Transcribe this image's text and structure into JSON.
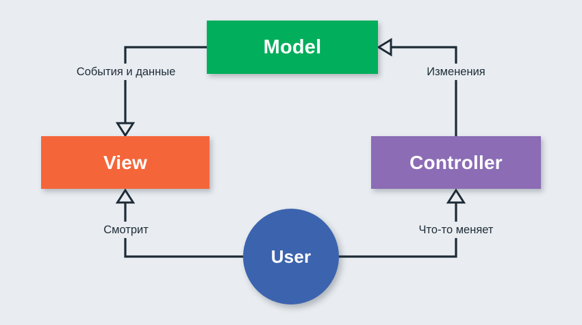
{
  "diagram": {
    "title": "MVC pattern diagram",
    "background_color": "#e9edf1",
    "line_color": "#1d2b36",
    "nodes": [
      {
        "id": "model",
        "label": "Model",
        "shape": "rectangle",
        "color": "#00ae5b",
        "text_color": "#ffffff"
      },
      {
        "id": "view",
        "label": "View",
        "shape": "rectangle",
        "color": "#f4663a",
        "text_color": "#ffffff"
      },
      {
        "id": "controller",
        "label": "Controller",
        "shape": "rectangle",
        "color": "#8b6cb5",
        "text_color": "#ffffff"
      },
      {
        "id": "user",
        "label": "User",
        "shape": "circle",
        "color": "#3c63ae",
        "text_color": "#ffffff"
      }
    ],
    "edges": [
      {
        "id": "model-to-view",
        "from": "model",
        "to": "view",
        "label": "События и данные"
      },
      {
        "id": "controller-to-model",
        "from": "controller",
        "to": "model",
        "label": "Изменения"
      },
      {
        "id": "user-to-view",
        "from": "user",
        "to": "view",
        "label": "Смотрит"
      },
      {
        "id": "user-to-controller",
        "from": "user",
        "to": "controller",
        "label": "Что-то меняет"
      }
    ]
  }
}
